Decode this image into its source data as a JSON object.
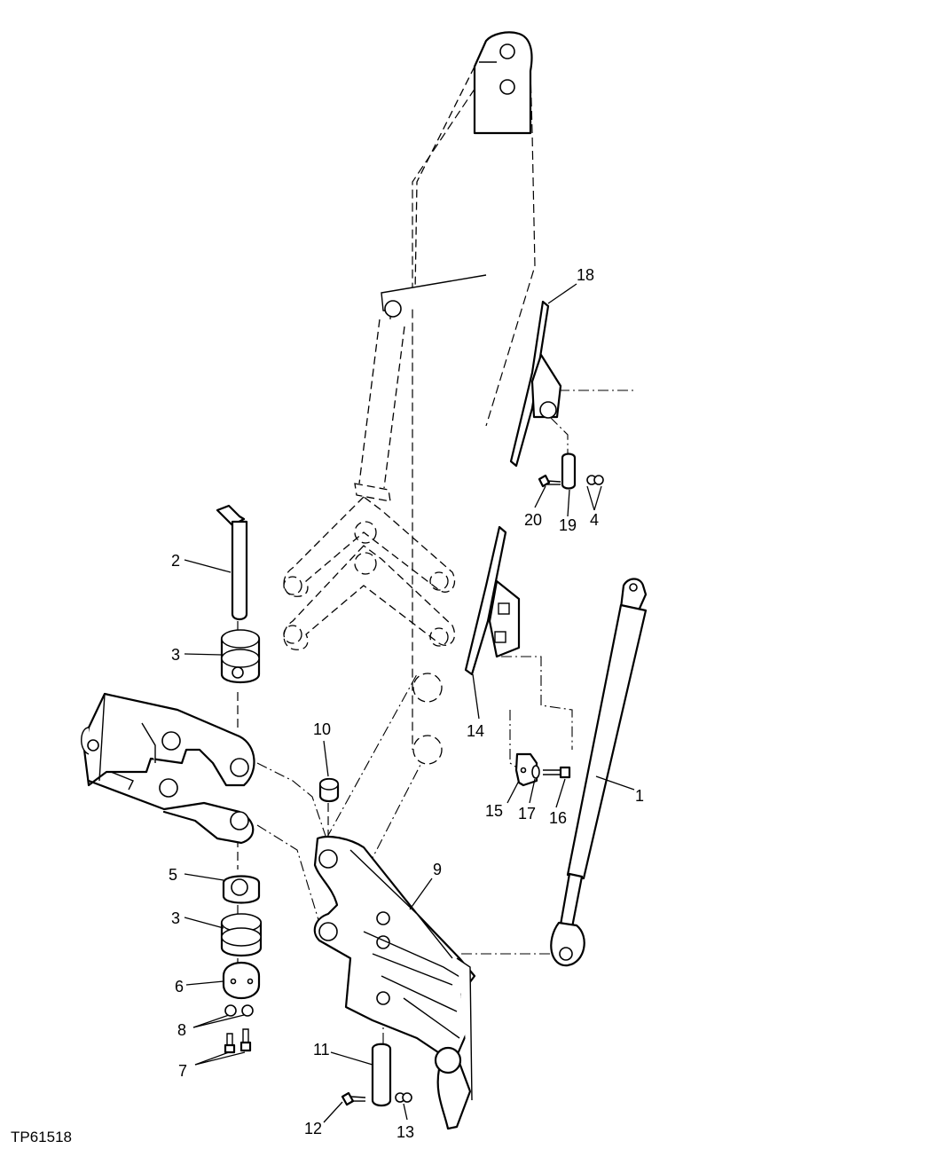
{
  "figure": {
    "code": "TP61518",
    "callouts": {
      "c1": "1",
      "c2": "2",
      "c3a": "3",
      "c3b": "3",
      "c4": "4",
      "c5": "5",
      "c6": "6",
      "c7": "7",
      "c8": "8",
      "c9": "9",
      "c10": "10",
      "c11": "11",
      "c12": "12",
      "c13": "13",
      "c14": "14",
      "c15": "15",
      "c16": "16",
      "c17": "17",
      "c18": "18",
      "c19": "19",
      "c20": "20"
    }
  },
  "colors": {
    "ink": "#000000",
    "paper": "#ffffff"
  }
}
